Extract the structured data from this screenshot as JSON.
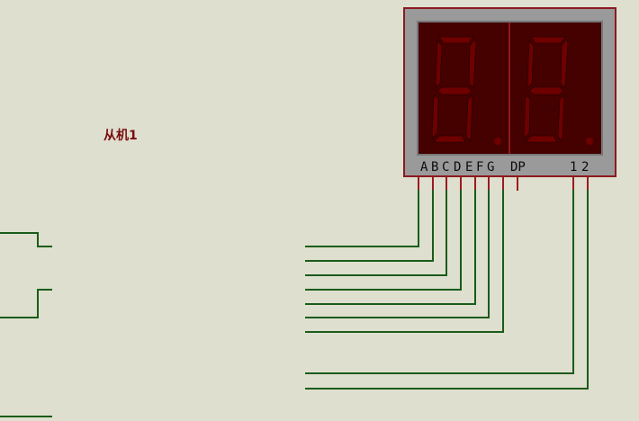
{
  "component_label": "从机1",
  "display": {
    "segment_pins": [
      "A",
      "B",
      "C",
      "D",
      "E",
      "F",
      "G"
    ],
    "dp_pin": "DP",
    "digit_pins": [
      "1",
      "2"
    ],
    "digit_count": 2
  },
  "colors": {
    "background": "#dedfcf",
    "wire": "#1a5c1a",
    "pin": "#9b1b1f",
    "body_border": "#8b1a1f",
    "body_fill": "#9a9a9a",
    "screen": "#450000",
    "segment": "#6e0000"
  }
}
